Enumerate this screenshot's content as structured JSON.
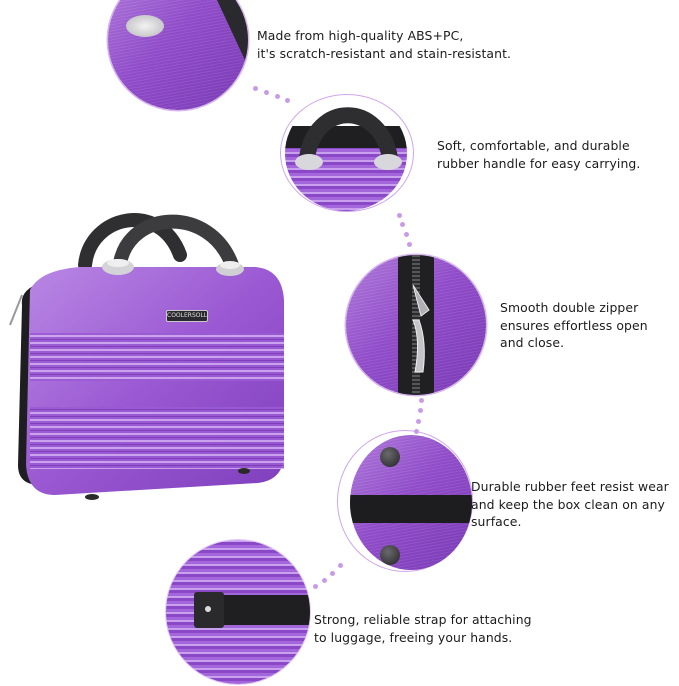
{
  "product": {
    "name": "Purple hard-shell cosmetic travel case",
    "logo_text": "COOLERSOLL",
    "colors": {
      "shell": "#9a5ad0",
      "shell_light": "#c9a0ee",
      "handle": "#3a3a3c",
      "ring": "#cfa6ea",
      "dots": "#c89be8",
      "text": "#1b1b1b"
    }
  },
  "callouts": [
    {
      "id": "material",
      "lines": [
        "Made from high-quality ABS+PC,",
        "it's scratch-resistant and stain-resistant."
      ]
    },
    {
      "id": "handle",
      "lines": [
        "Soft, comfortable, and durable",
        "rubber handle for easy carrying."
      ]
    },
    {
      "id": "zipper",
      "lines": [
        "Smooth double zipper",
        "ensures effortless open",
        "and close."
      ]
    },
    {
      "id": "feet",
      "lines": [
        "Durable rubber feet resist wear",
        "and keep the box clean on any",
        "surface."
      ]
    },
    {
      "id": "strap",
      "lines": [
        "Strong, reliable strap for attaching",
        "to luggage, freeing your hands."
      ]
    }
  ]
}
